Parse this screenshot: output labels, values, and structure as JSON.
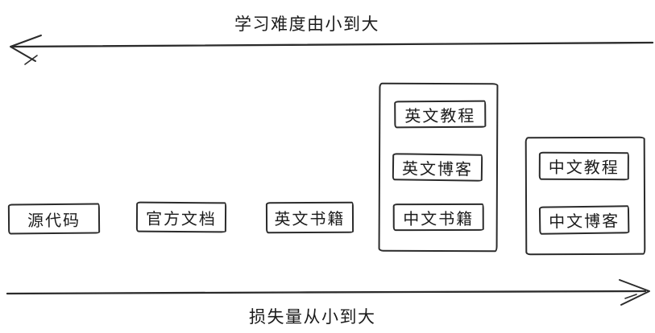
{
  "diagram": {
    "background": "#ffffff",
    "stroke_color": "#2b2b2b",
    "top_axis": {
      "label": "学习难度由小到大",
      "direction": "left"
    },
    "bottom_axis": {
      "label": "损失量从小到大",
      "direction": "right"
    },
    "nodes": [
      {
        "label": "源代码"
      },
      {
        "label": "官方文档"
      },
      {
        "label": "英文书籍"
      }
    ],
    "groups": [
      {
        "items": [
          {
            "label": "英文教程"
          },
          {
            "label": "英文博客"
          },
          {
            "label": "中文书籍"
          }
        ]
      },
      {
        "items": [
          {
            "label": "中文教程"
          },
          {
            "label": "中文博客"
          }
        ]
      }
    ]
  }
}
